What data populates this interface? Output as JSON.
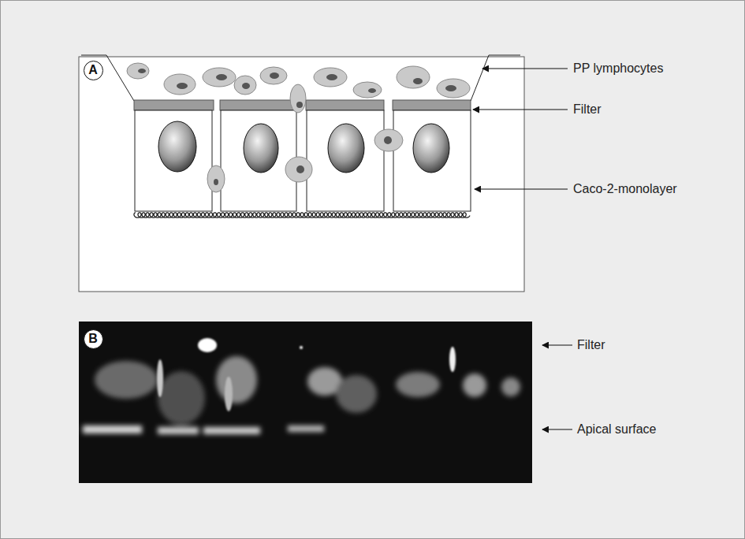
{
  "diagram": {
    "nodes": [
      {
        "text": [
          "A"
        ]
      },
      {
        "text": [
          "B"
        ]
      }
    ],
    "labels": [
      "PP lymphocytes",
      "Filter",
      "Caco-2-monolayer",
      "Filter",
      "Apical surface"
    ]
  }
}
